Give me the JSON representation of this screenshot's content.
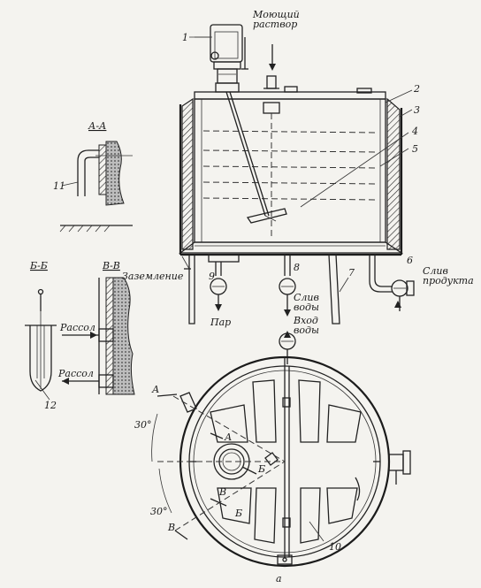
{
  "labels": {
    "washing_solution": "Моющий\nраствор",
    "grounding": "Заземление",
    "steam": "Пар",
    "water_drain": "Слив\nводы",
    "water_inlet": "Вход\nводы",
    "product_drain": "Слив\nпродукта",
    "brine_1": "Рассол",
    "brine_2": "Рассол",
    "view_caption": "а"
  },
  "sections": {
    "aa": "А-А",
    "bb": "Б-Б",
    "vv": "В-В"
  },
  "section_marks": [
    "А",
    "А",
    "Б",
    "Б",
    "В",
    "В"
  ],
  "angles": [
    "30°",
    "30°"
  ],
  "part_numbers": [
    "1",
    "2",
    "3",
    "4",
    "5",
    "6",
    "7",
    "8",
    "9",
    "10",
    "11",
    "12"
  ]
}
